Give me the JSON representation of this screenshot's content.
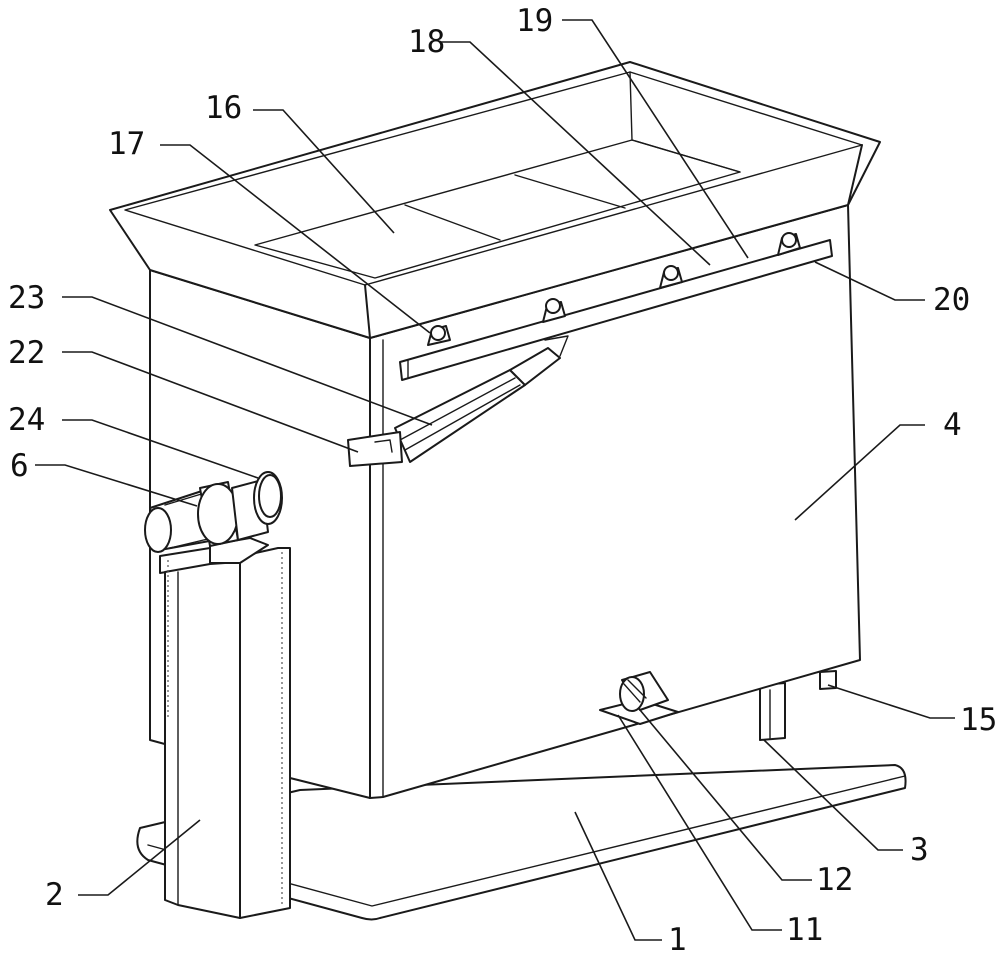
{
  "labels": {
    "l1": "1",
    "l2": "2",
    "l3": "3",
    "l4": "4",
    "l6": "6",
    "l11": "11",
    "l12": "12",
    "l15": "15",
    "l16": "16",
    "l17": "17",
    "l18": "18",
    "l19": "19",
    "l20": "20",
    "l22": "22",
    "l23": "23",
    "l24": "24"
  }
}
